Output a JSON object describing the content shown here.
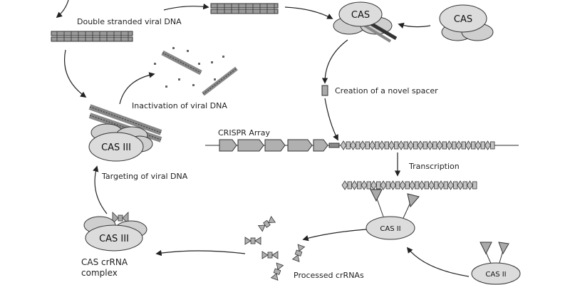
{
  "labels": {
    "double_stranded": "Double stranded viral DNA",
    "inactivation": "Inactivation of viral DNA",
    "creation_spacer": "Creation of a novel spacer",
    "crispr_array": "CRISPR Array",
    "transcription": "Transcription",
    "targeting": "Targeting of viral DNA",
    "cas_crrna_line1": "CAS crRNA",
    "cas_crrna_line2": "complex",
    "processed": "Processed crRNAs"
  },
  "nodes": {
    "cas_top_center": "CAS",
    "cas_top_right": "CAS",
    "cas3_upper": "CAS III",
    "cas3_lower": "CAS III",
    "cas2_center": "CAS II",
    "cas2_bottom": "CAS II"
  },
  "colors": {
    "stroke": "#333333",
    "fill_light": "#d9d9d9",
    "fill_mid": "#b8b8b8",
    "fill_dark": "#6e6e6e"
  }
}
